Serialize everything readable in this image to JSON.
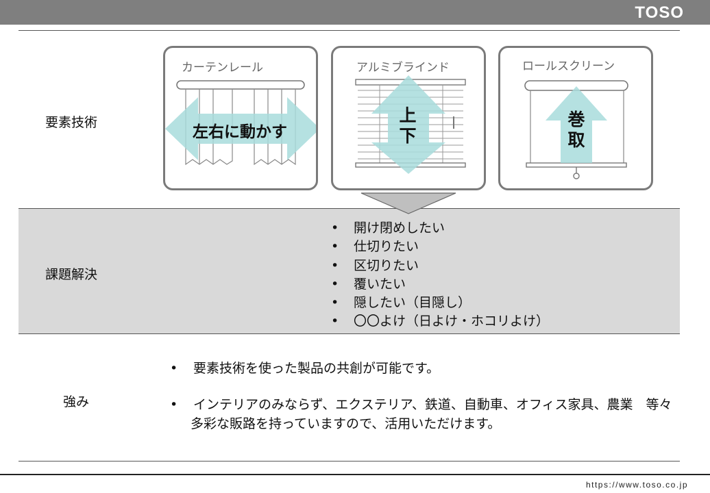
{
  "header": {
    "logo": "TOSO"
  },
  "rows": {
    "tech_label": "要素技術",
    "issue_label": "課題解決",
    "strength_label": "強み"
  },
  "cards": [
    {
      "title": "カーテンレール",
      "action": "左右に動かす"
    },
    {
      "title": "アルミブラインド",
      "action_chars": [
        "上",
        "下"
      ]
    },
    {
      "title": "ロールスクリーン",
      "action_chars": [
        "巻",
        "取"
      ]
    }
  ],
  "issues": [
    "開け閉めしたい",
    "仕切りたい",
    "区切りたい",
    "覆いたい",
    "隠したい（目隠し）",
    "〇〇よけ（日よけ・ホコリよけ）"
  ],
  "strengths": [
    {
      "bullet": "•",
      "text": "要素技術を使った製品の共創が可能です。"
    },
    {
      "bullet": "•",
      "text": "インテリアのみならず、エクステリア、鉄道、自動車、オフィス家具、農業　等々",
      "text2": "多彩な販路を持っていますので、活用いただけます。"
    }
  ],
  "footer": {
    "url": "https://www.toso.co.jp"
  },
  "colors": {
    "topbar": "#7f7f7f",
    "band": "#d9d9d9",
    "arrow": "#a8dcdc",
    "card_border": "#7a7a7a"
  }
}
